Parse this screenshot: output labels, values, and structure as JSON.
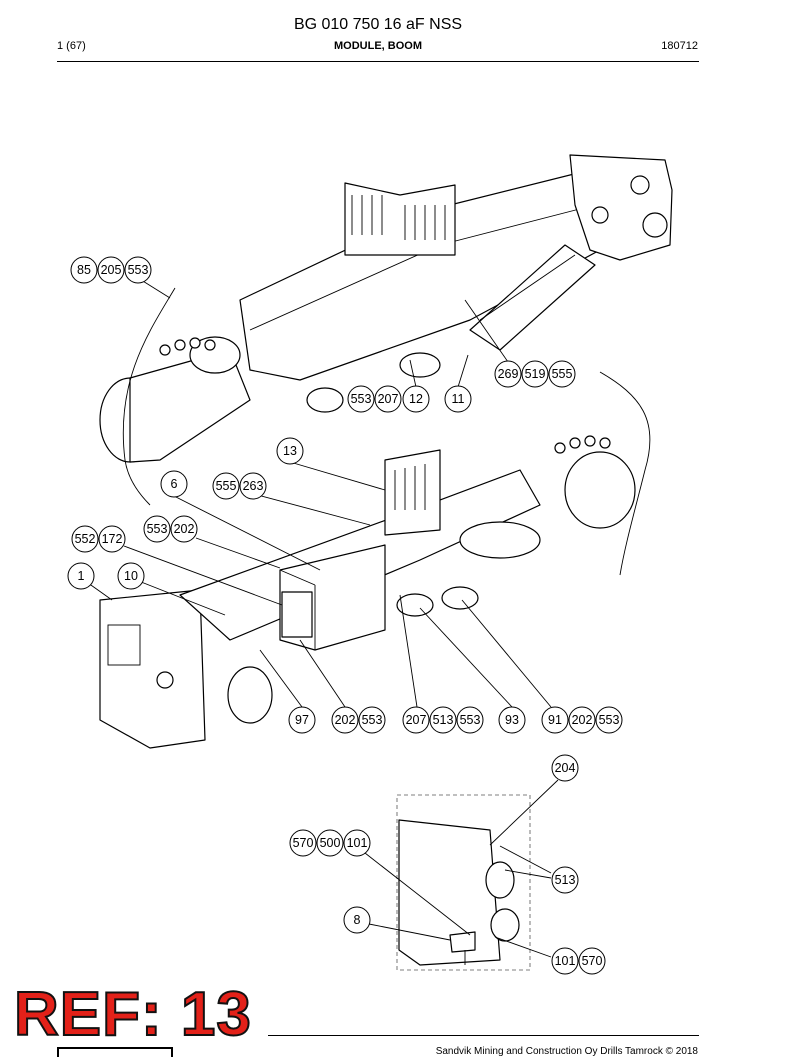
{
  "header": {
    "title": "BG 010 750 16 aF NSS",
    "page": "1 (67)",
    "section": "MODULE, BOOM",
    "code": "180712"
  },
  "stamp": "REF: 13",
  "footer": {
    "copyright": "Sandvik Mining and Construction Oy Drills Tamrock © 2018"
  },
  "callouts": [
    {
      "name": "callout-85",
      "label": "85"
    },
    {
      "name": "callout-205",
      "label": "205"
    },
    {
      "name": "callout-553-a",
      "label": "553"
    },
    {
      "name": "callout-269",
      "label": "269"
    },
    {
      "name": "callout-519",
      "label": "519"
    },
    {
      "name": "callout-555-a",
      "label": "555"
    },
    {
      "name": "callout-553-b",
      "label": "553"
    },
    {
      "name": "callout-207-a",
      "label": "207"
    },
    {
      "name": "callout-12",
      "label": "12"
    },
    {
      "name": "callout-11",
      "label": "11"
    },
    {
      "name": "callout-13",
      "label": "13"
    },
    {
      "name": "callout-6",
      "label": "6"
    },
    {
      "name": "callout-555-b",
      "label": "555"
    },
    {
      "name": "callout-263",
      "label": "263"
    },
    {
      "name": "callout-553-c",
      "label": "553"
    },
    {
      "name": "callout-202-a",
      "label": "202"
    },
    {
      "name": "callout-552",
      "label": "552"
    },
    {
      "name": "callout-172",
      "label": "172"
    },
    {
      "name": "callout-1",
      "label": "1"
    },
    {
      "name": "callout-10",
      "label": "10"
    },
    {
      "name": "callout-97",
      "label": "97"
    },
    {
      "name": "callout-202-b",
      "label": "202"
    },
    {
      "name": "callout-553-d",
      "label": "553"
    },
    {
      "name": "callout-207-b",
      "label": "207"
    },
    {
      "name": "callout-513-a",
      "label": "513"
    },
    {
      "name": "callout-553-e",
      "label": "553"
    },
    {
      "name": "callout-93",
      "label": "93"
    },
    {
      "name": "callout-91",
      "label": "91"
    },
    {
      "name": "callout-202-c",
      "label": "202"
    },
    {
      "name": "callout-553-f",
      "label": "553"
    },
    {
      "name": "callout-204",
      "label": "204"
    },
    {
      "name": "callout-570-a",
      "label": "570"
    },
    {
      "name": "callout-500",
      "label": "500"
    },
    {
      "name": "callout-101-a",
      "label": "101"
    },
    {
      "name": "callout-513-b",
      "label": "513"
    },
    {
      "name": "callout-8",
      "label": "8"
    },
    {
      "name": "callout-101-b",
      "label": "101"
    },
    {
      "name": "callout-570-b",
      "label": "570"
    }
  ]
}
